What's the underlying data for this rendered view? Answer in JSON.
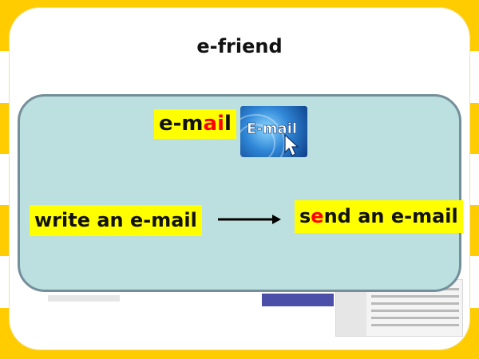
{
  "slide": {
    "title": "e-friend",
    "email_word": {
      "prefix": "e-m",
      "highlight": "ai",
      "suffix": "l"
    },
    "logo_text": "E-mail",
    "phrase_left": "write an e-mail",
    "phrase_right": {
      "prefix": "s",
      "highlight": "e",
      "suffix": "nd an e-mail"
    }
  },
  "colors": {
    "stripe_yellow": "#ffcc00",
    "panel_fill": "#bcdfe0",
    "panel_border": "#748f99",
    "label_bg": "#ffff00",
    "highlight_red": "#ff0000"
  },
  "icons": {
    "logo": "email-logo-icon",
    "arrow": "right-arrow-icon"
  }
}
